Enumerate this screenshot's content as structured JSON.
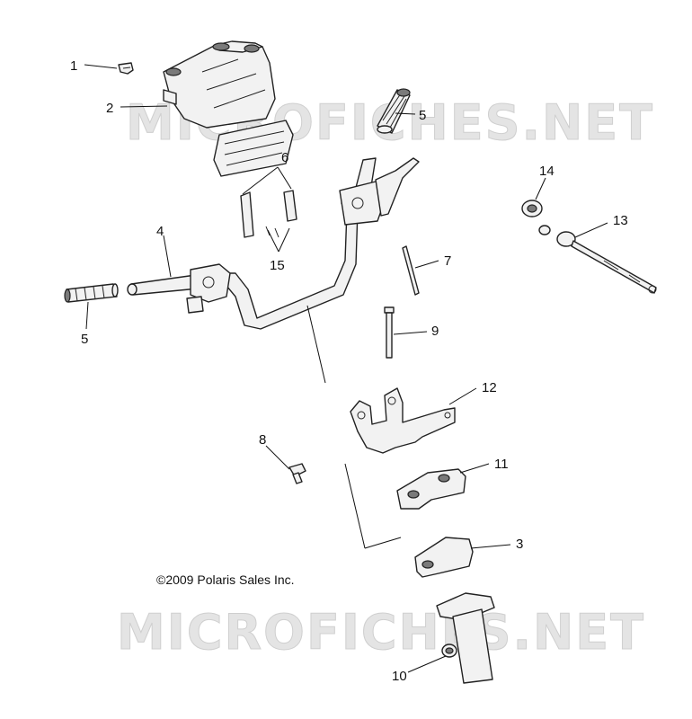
{
  "watermark_text": "MICROFICHES.NET",
  "copyright": "©2009  Polaris Sales Inc.",
  "callouts": {
    "c1": "1",
    "c2": "2",
    "c3": "3",
    "c4": "4",
    "c5a": "5",
    "c5b": "5",
    "c6": "6",
    "c7": "7",
    "c8": "8",
    "c9": "9",
    "c10": "10",
    "c11": "11",
    "c12": "12",
    "c13": "13",
    "c14": "14",
    "c15": "15"
  }
}
